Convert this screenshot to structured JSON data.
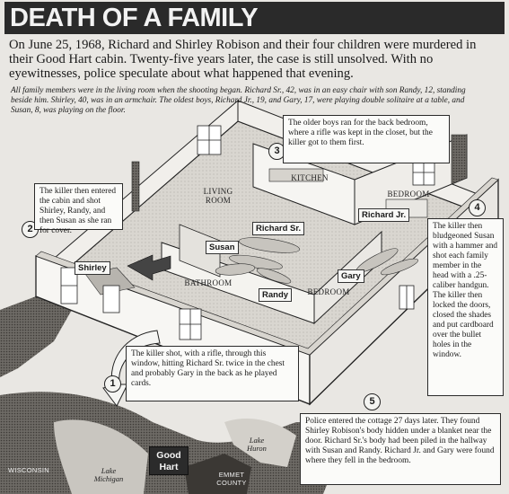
{
  "headline": "DEATH OF A FAMILY",
  "intro": "On June 25, 1968, Richard and Shirley Robison and their four children were murdered in their Good Hart cabin. Twenty-five years later, the case is still unsolved. With no eyewitnesses, police speculate about what happened that evening.",
  "caption": "All family members were in the living room when the shooting began. Richard Sr., 42, was in an easy chair with son Randy, 12, standing beside him. Shirley, 40, was in an armchair. The oldest boys, Richard Jr., 19, and Gary, 17, were playing double solitaire at a table, and Susan, 8, was playing on the floor.",
  "rooms": {
    "living_room": "LIVING ROOM",
    "kitchen": "KITCHEN",
    "bedroom_back": "BEDROOM",
    "bathroom": "BATHROOM",
    "bedroom_front": "BEDROOM"
  },
  "people": {
    "richard_sr": "Richard Sr.",
    "richard_jr": "Richard Jr.",
    "susan": "Susan",
    "shirley": "Shirley",
    "randy": "Randy",
    "gary": "Gary"
  },
  "callouts": [
    {
      "number": "1",
      "text": "The killer shot, with a rifle, through this window, hitting Richard Sr. twice in the chest and probably Gary in the back as he played cards."
    },
    {
      "number": "2",
      "text": "The killer then entered the cabin and shot Shirley, Randy, and then Susan as she ran for cover."
    },
    {
      "number": "3",
      "text": "The older boys ran for the back bedroom, where a rifle was kept in the closet, but the killer got to them first."
    },
    {
      "number": "4",
      "text": "The killer then bludgeoned Susan with a hammer and shot each family member in the head with a .25-caliber handgun. The killer then locked the doors, closed the shades and put cardboard over the bullet holes in the window."
    },
    {
      "number": "5",
      "text": "Police entered the cottage 27 days later. They found Shirley Robison's body hidden under a blanket near the door. Richard Sr.'s body had been piled in the hallway with Susan and Randy. Richard Jr. and Gary were found where they fell in the bedroom."
    }
  ],
  "map": {
    "wisconsin": "WISCONSIN",
    "lake_michigan": "Lake Michigan",
    "good_hart": "Good Hart",
    "lake_huron": "Lake Huron",
    "emmet_county": "EMMET COUNTY"
  }
}
